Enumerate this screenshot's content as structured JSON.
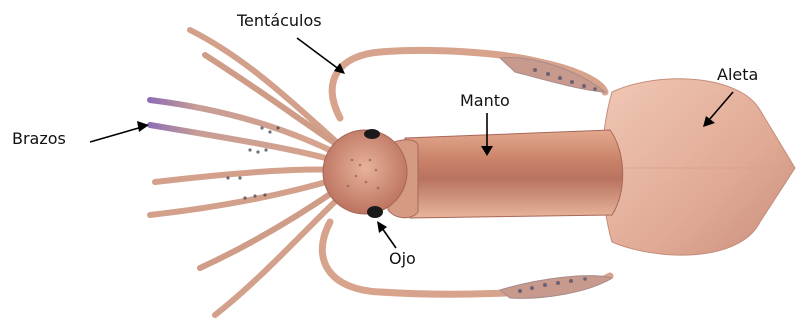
{
  "labels": {
    "tentaculos": "Tentáculos",
    "brazos": "Brazos",
    "manto": "Manto",
    "aleta": "Aleta",
    "ojo": "Ojo"
  },
  "colors": {
    "body": "#d9a084",
    "body_shadow": "#b8745f",
    "arm": "#d6a58f",
    "arm_tip_purple": "#7a5aa8",
    "fin": "#e8b8a4",
    "eye": "#1a1a1a",
    "arrow": "#000000"
  }
}
